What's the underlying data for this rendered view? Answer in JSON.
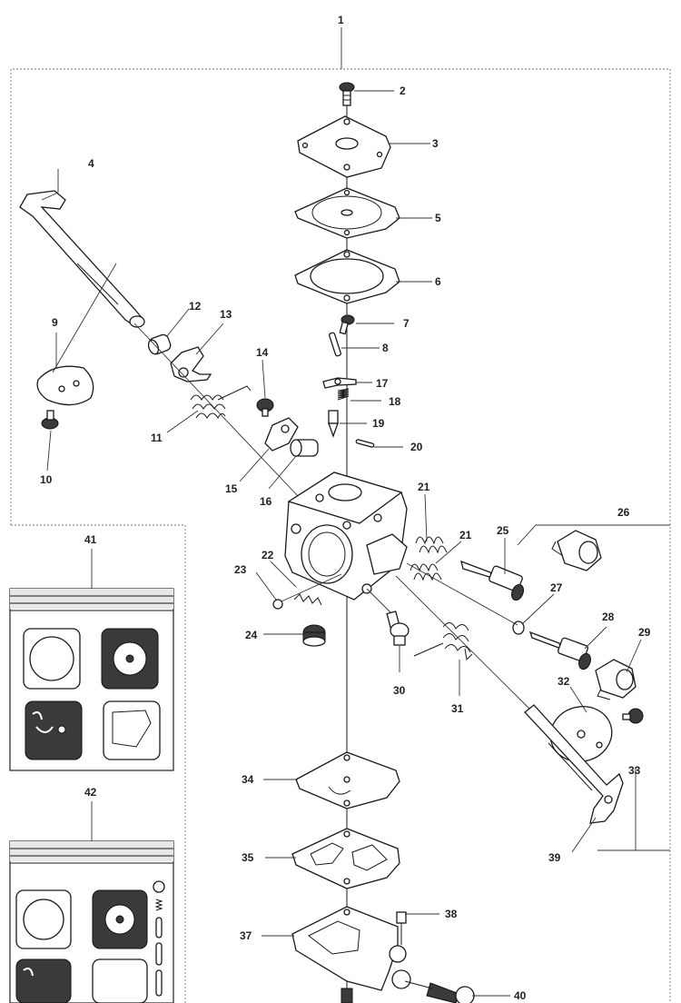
{
  "parts": [
    {
      "id": "1",
      "label": "1"
    },
    {
      "id": "2",
      "label": "2"
    },
    {
      "id": "3",
      "label": "3"
    },
    {
      "id": "4",
      "label": "4"
    },
    {
      "id": "5",
      "label": "5"
    },
    {
      "id": "6",
      "label": "6"
    },
    {
      "id": "7",
      "label": "7"
    },
    {
      "id": "8",
      "label": "8"
    },
    {
      "id": "9",
      "label": "9"
    },
    {
      "id": "10",
      "label": "10"
    },
    {
      "id": "11",
      "label": "11"
    },
    {
      "id": "12",
      "label": "12"
    },
    {
      "id": "13",
      "label": "13"
    },
    {
      "id": "14",
      "label": "14"
    },
    {
      "id": "15",
      "label": "15"
    },
    {
      "id": "16",
      "label": "16"
    },
    {
      "id": "17",
      "label": "17"
    },
    {
      "id": "18",
      "label": "18"
    },
    {
      "id": "19",
      "label": "19"
    },
    {
      "id": "20",
      "label": "20"
    },
    {
      "id": "21a",
      "label": "21"
    },
    {
      "id": "21b",
      "label": "21"
    },
    {
      "id": "22",
      "label": "22"
    },
    {
      "id": "23",
      "label": "23"
    },
    {
      "id": "24",
      "label": "24"
    },
    {
      "id": "25",
      "label": "25"
    },
    {
      "id": "26",
      "label": "26"
    },
    {
      "id": "27",
      "label": "27"
    },
    {
      "id": "28",
      "label": "28"
    },
    {
      "id": "29",
      "label": "29"
    },
    {
      "id": "30",
      "label": "30"
    },
    {
      "id": "31",
      "label": "31"
    },
    {
      "id": "32",
      "label": "32"
    },
    {
      "id": "33",
      "label": "33"
    },
    {
      "id": "34",
      "label": "34"
    },
    {
      "id": "35",
      "label": "35"
    },
    {
      "id": "37",
      "label": "37"
    },
    {
      "id": "38",
      "label": "38"
    },
    {
      "id": "39",
      "label": "39"
    },
    {
      "id": "40",
      "label": "40"
    },
    {
      "id": "41",
      "label": "41"
    },
    {
      "id": "42",
      "label": "42"
    }
  ]
}
